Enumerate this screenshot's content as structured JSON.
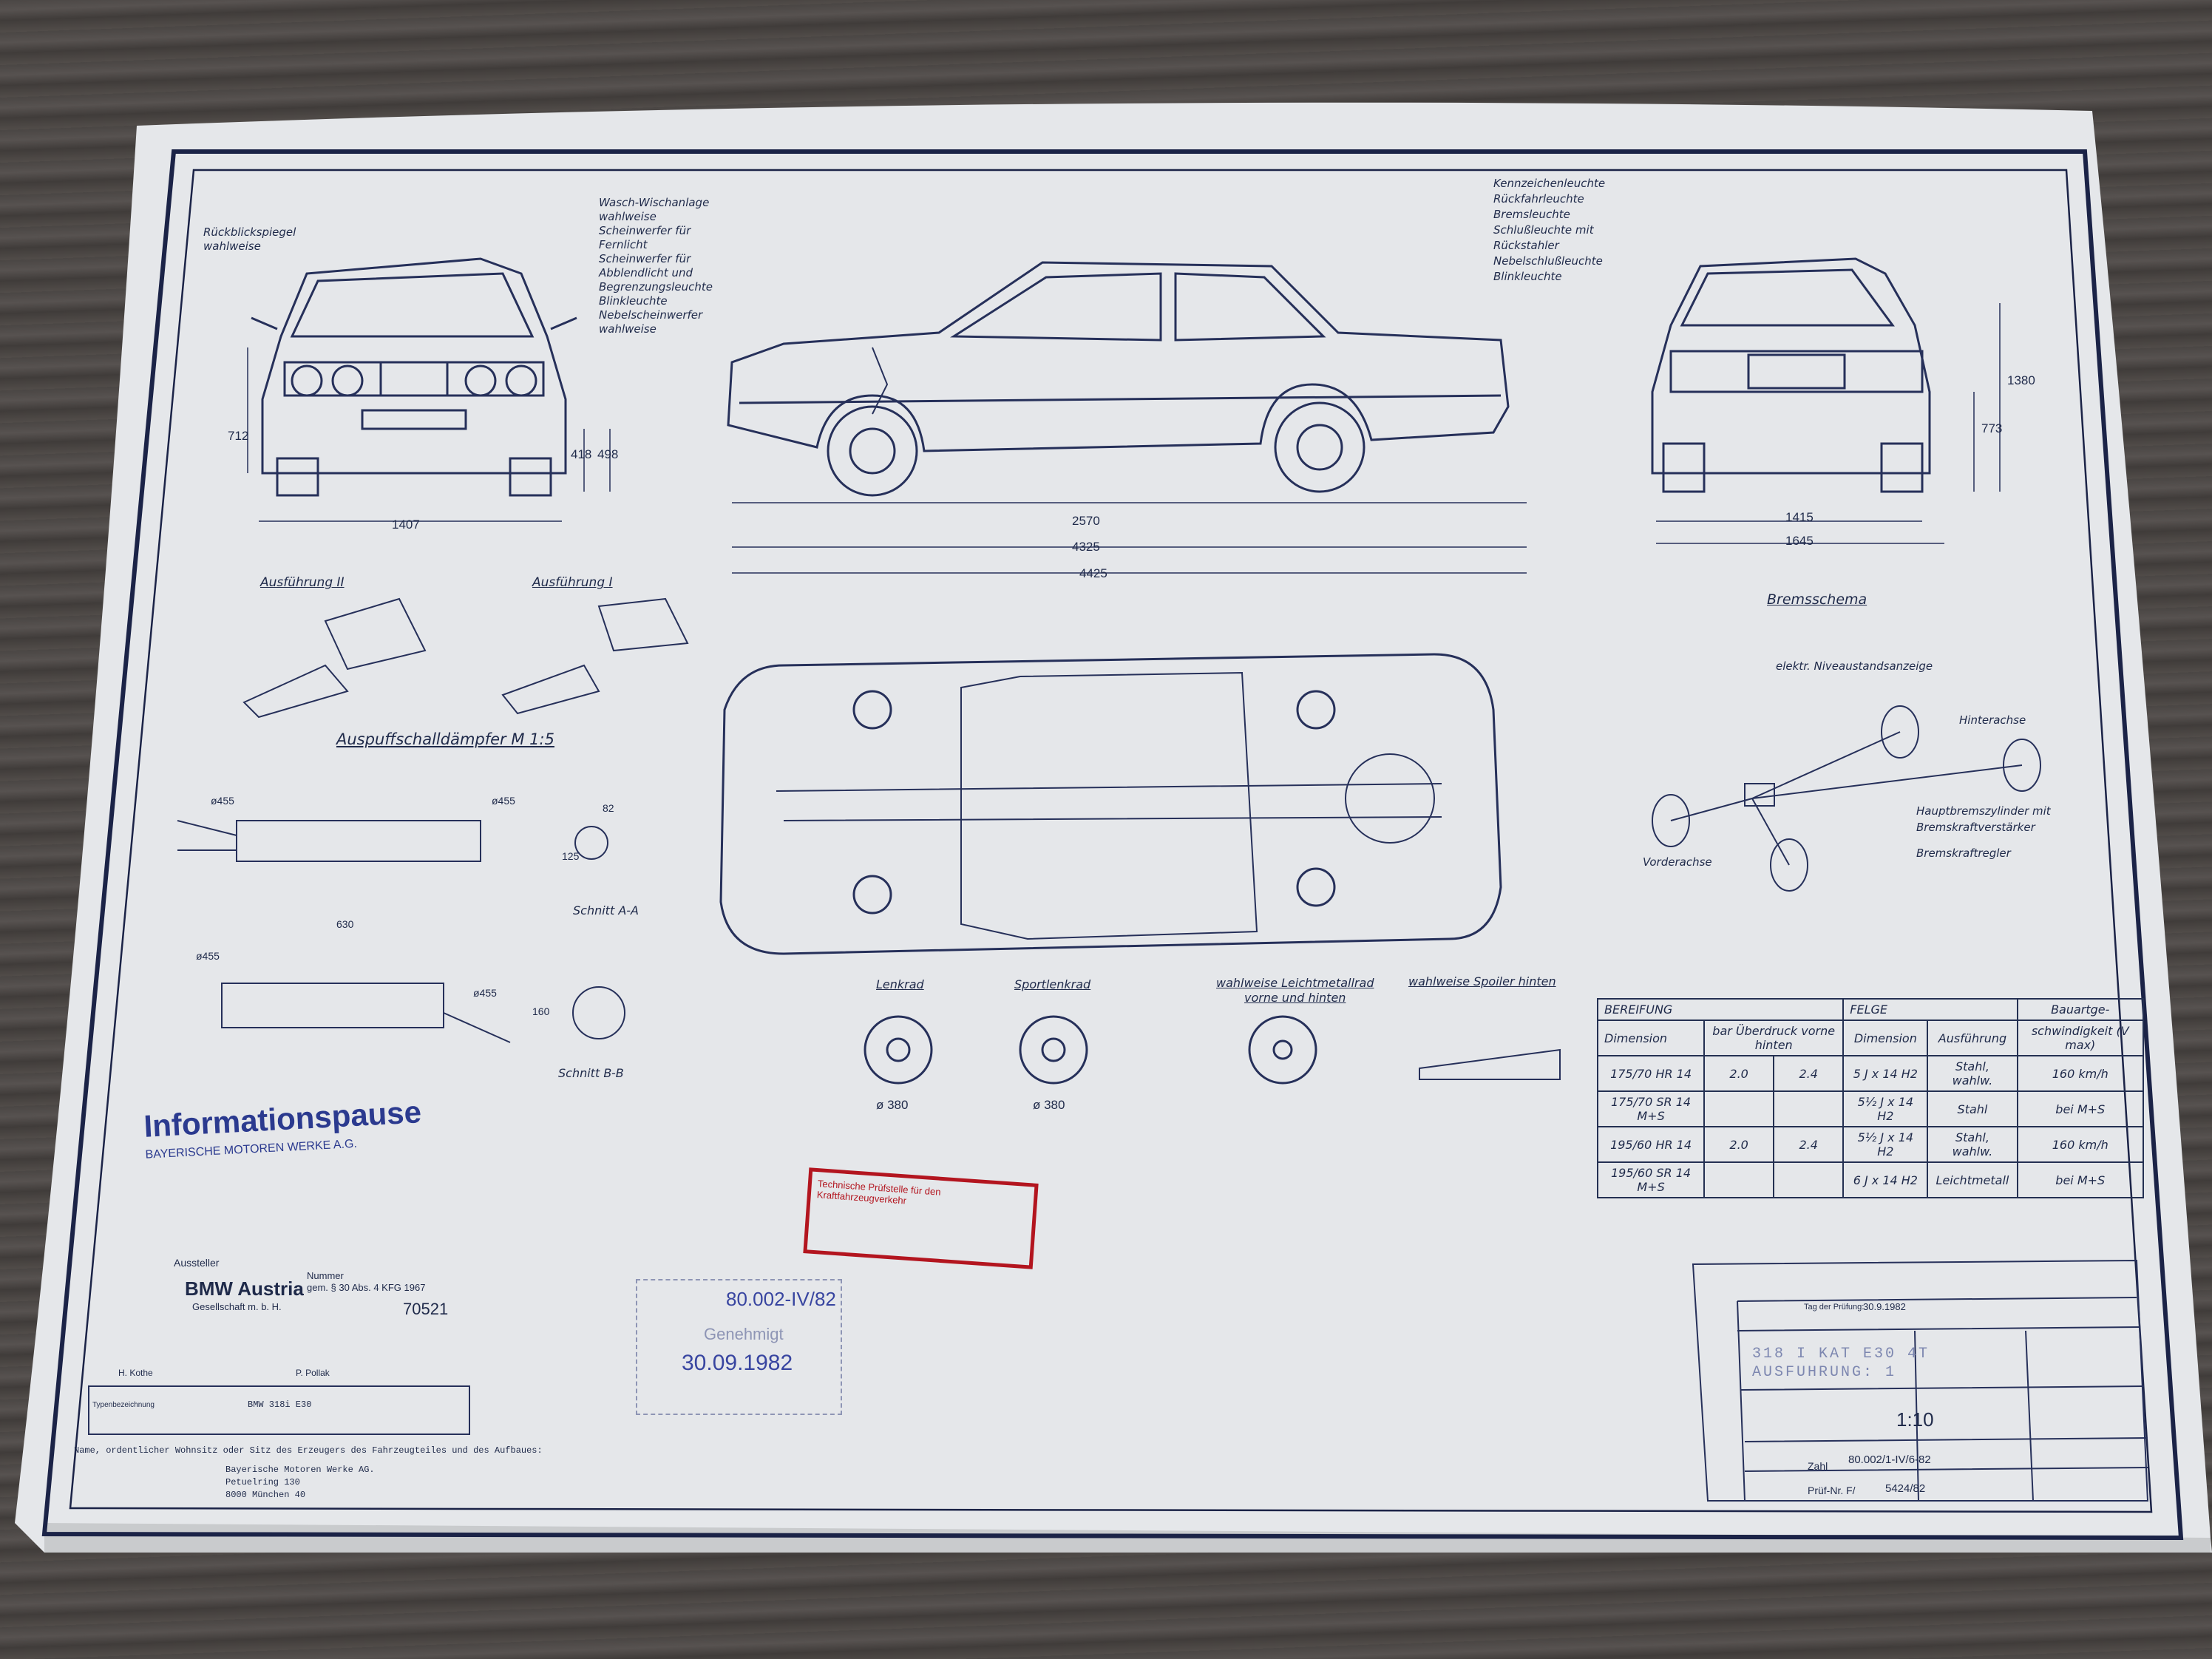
{
  "front_callouts": [
    "Rückblickspiegel",
    "wahlweise",
    "Wasch-Wischanlage",
    "wahlweise",
    "Scheinwerfer für",
    "Fernlicht",
    "Scheinwerfer für",
    "Abblendlicht und",
    "Begrenzungsleuchte",
    "Blinkleuchte",
    "Nebelscheinwerfer",
    "wahlweise"
  ],
  "rear_callouts": [
    "Kennzeichenleuchte",
    "Rückfahrleuchte",
    "Bremsleuchte",
    "Schlußleuchte mit",
    "Rückstahler",
    "Nebelschlußleuchte",
    "Blinkleuchte"
  ],
  "dimensions": {
    "front_track": "1407",
    "front_h1": "712",
    "front_h2": "418",
    "front_h3": "498",
    "wheelbase": "2570",
    "length1": "4325",
    "length2": "4425",
    "rear_track1": "1415",
    "rear_track2": "1645",
    "rear_h1": "773",
    "rear_h2": "1380"
  },
  "sections": {
    "ausfuehrung2": "Ausführung II",
    "ausfuehrung1": "Ausführung I",
    "auspuff": "Auspuffschalldämpfer  M 1:5",
    "schnitt_aa": "Schnitt A-A",
    "schnitt_bb": "Schnitt B-B",
    "bremsschema": "Bremsschema",
    "lenkrad": "Lenkrad",
    "sportlenkrad": "Sportlenkrad",
    "leichtmetall": "wahlweise  Leichtmetallrad",
    "leichtmetall2": "vorne  und  hinten",
    "spoiler": "wahlweise  Spoiler  hinten",
    "wheel_dia1": "ø 380",
    "wheel_dia2": "ø 380"
  },
  "brake_labels": [
    "elektr. Niveaustandsanzeige",
    "Hinterachse",
    "Hauptbremszylinder mit",
    "Bremskraftverstärker",
    "Bremskraftregler",
    "Vorderachse"
  ],
  "exhaust_dims": [
    "ø455",
    "ø455",
    "82",
    "125",
    "630",
    "ø455",
    "ø455",
    "160"
  ],
  "tyre_table": {
    "header": [
      "BEREIFUNG",
      "FELGE",
      "Bauartge-"
    ],
    "subheader": [
      "Dimension",
      "bar Überdruck vorne hinten",
      "Dimension",
      "Ausführung",
      "schwindigkeit (V max)"
    ],
    "rows": [
      [
        "175/70  HR 14",
        "2.0",
        "2.4",
        "5 J x 14  H2",
        "Stahl, wahlw.",
        "160 km/h"
      ],
      [
        "175/70  SR 14  M+S",
        "",
        "",
        "5½ J x 14 H2",
        "Stahl",
        "bei M+S"
      ],
      [
        "195/60  HR 14",
        "2.0",
        "2.4",
        "5½ J x 14 H2",
        "Stahl, wahlw.",
        "160 km/h"
      ],
      [
        "195/60  SR 14  M+S",
        "",
        "",
        "6 J x 14 H2",
        "Leichtmetall",
        "bei M+S"
      ]
    ]
  },
  "stamps": {
    "info": "Informationspause",
    "info_sub": "BAYERISCHE MOTOREN WERKE A.G.",
    "red_text": "Technische Prüfstelle für den Kraftfahrzeugverkehr",
    "blue_number": "80.002-IV/82",
    "blue_date": "30.09.1982",
    "blue_word": "Genehmigt"
  },
  "issuer": {
    "label": "Aussteller",
    "company": "BMW Austria",
    "company_sub": "Gesellschaft m. b. H.",
    "nummer_label": "Nummer",
    "nummer_text": "gem. § 30 Abs. 4 KFG 1967",
    "number": "70521",
    "sig1": "H. Kothe",
    "sig2": "P. Pollak",
    "type_label": "Typenbezeichnung",
    "type_value": "BMW 318i E30",
    "manufacturer_note": "Name, ordentlicher Wohnsitz oder Sitz des Erzeugers des Fahrzeugteiles und des Aufbaues:",
    "manufacturer": [
      "Bayerische Motoren Werke AG.",
      "Petuelring 130",
      "8000 München 40"
    ]
  },
  "title_block": {
    "date_label": "Tag der Prüfung:",
    "date": "30.9.1982",
    "model": "318 I KAT E30 4T",
    "variant": "AUSFUHRUNG: 1",
    "scale": "1:10",
    "zahl_label": "Zahl",
    "zahl": "80.002/1-IV/6-82",
    "pruef_label": "Prüf-Nr. F/",
    "pruef": "5424/82"
  }
}
